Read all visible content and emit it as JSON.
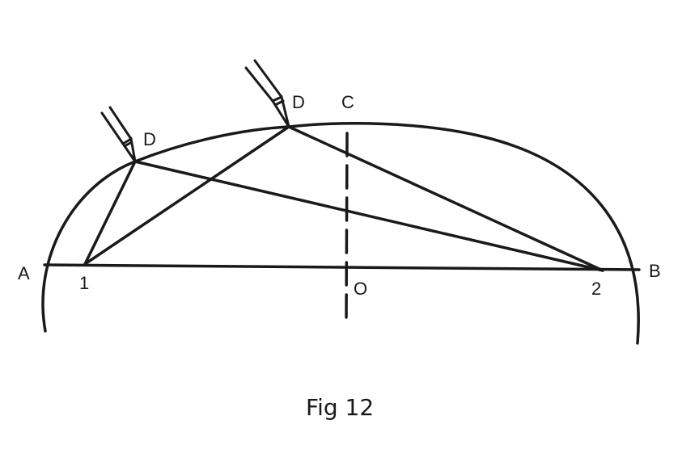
{
  "labels": {
    "A": "A",
    "B": "B",
    "C": "C",
    "O": "O",
    "point1": "1",
    "point2": "2",
    "D_left": "D",
    "D_right": "D"
  },
  "caption": "Fig 12",
  "colors": {
    "ink": "#1a1a1a",
    "background": "#ffffff"
  }
}
